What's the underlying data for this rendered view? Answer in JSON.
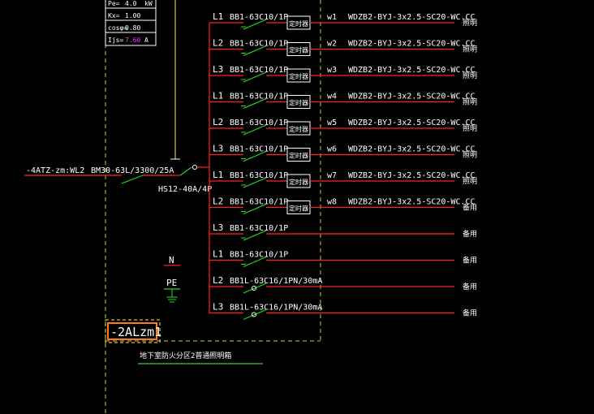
{
  "colors": {
    "background": "#000000",
    "bus": "#ff2020",
    "circuit_line": "#ff2020",
    "text": "#ffffff",
    "breaker": "#22dd22",
    "frame": "#ffee44",
    "panel_border": "#cccc44",
    "highlight": "#ff7a1a",
    "value_magenta": "#ff33ff",
    "caption_line": "#22dd22"
  },
  "params": {
    "rows": [
      {
        "label": "Pe=",
        "value": "4.0",
        "unit": "kW"
      },
      {
        "label": "Kx=",
        "value": "1.00",
        "unit": ""
      },
      {
        "label": "cosφ=",
        "value": "0.80",
        "unit": ""
      },
      {
        "label": "Ijs=",
        "value": "7.60",
        "unit": "A"
      }
    ]
  },
  "incoming": {
    "source_label": "-4ATZ-zm:WL2",
    "breaker_label": "BM30-63L/3300/25A",
    "switch_label": "HS12-40A/4P"
  },
  "circuits": [
    {
      "phase": "L1",
      "breaker": "BB1-63C10/1P",
      "device": "定时器",
      "id": "w1",
      "cable": "WDZB2-BYJ-3x2.5-SC20-WC.CC",
      "use": "照明"
    },
    {
      "phase": "L2",
      "breaker": "BB1-63C10/1P",
      "device": "定时器",
      "id": "w2",
      "cable": "WDZB2-BYJ-3x2.5-SC20-WC.CC",
      "use": "照明"
    },
    {
      "phase": "L3",
      "breaker": "BB1-63C10/1P",
      "device": "定时器",
      "id": "w3",
      "cable": "WDZB2-BYJ-3x2.5-SC20-WC.CC",
      "use": "照明"
    },
    {
      "phase": "L1",
      "breaker": "BB1-63C10/1P",
      "device": "定时器",
      "id": "w4",
      "cable": "WDZB2-BYJ-3x2.5-SC20-WC.CC",
      "use": "照明"
    },
    {
      "phase": "L2",
      "breaker": "BB1-63C10/1P",
      "device": "定时器",
      "id": "w5",
      "cable": "WDZB2-BYJ-3x2.5-SC20-WC.CC",
      "use": "照明"
    },
    {
      "phase": "L3",
      "breaker": "BB1-63C10/1P",
      "device": "定时器",
      "id": "w6",
      "cable": "WDZB2-BYJ-3x2.5-SC20-WC.CC",
      "use": "照明"
    },
    {
      "phase": "L1",
      "breaker": "BB1-63C10/1P",
      "device": "定时器",
      "id": "w7",
      "cable": "WDZB2-BYJ-3x2.5-SC20-WC.CC",
      "use": "照明"
    },
    {
      "phase": "L2",
      "breaker": "BB1-63C10/1P",
      "device": "定时器",
      "id": "w8",
      "cable": "WDZB2-BYJ-3x2.5-SC20-WC.CC",
      "use": "备用"
    },
    {
      "phase": "L3",
      "breaker": "BB1-63C10/1P",
      "device": "",
      "id": "",
      "cable": "",
      "use": "备用"
    },
    {
      "phase": "L1",
      "breaker": "BB1-63C10/1P",
      "device": "",
      "id": "",
      "cable": "",
      "use": "备用"
    },
    {
      "phase": "L2",
      "breaker": "BB1L-63C16/1PN/30mA",
      "device": "",
      "id": "",
      "cable": "",
      "use": "备用"
    },
    {
      "phase": "L3",
      "breaker": "BB1L-63C16/1PN/30mA",
      "device": "",
      "id": "",
      "cable": "",
      "use": "备用"
    }
  ],
  "terminals": {
    "n_label": "N",
    "pe_label": "PE"
  },
  "panel": {
    "name": "-2ALzm1",
    "caption": "地下室防火分区2普通照明箱"
  }
}
